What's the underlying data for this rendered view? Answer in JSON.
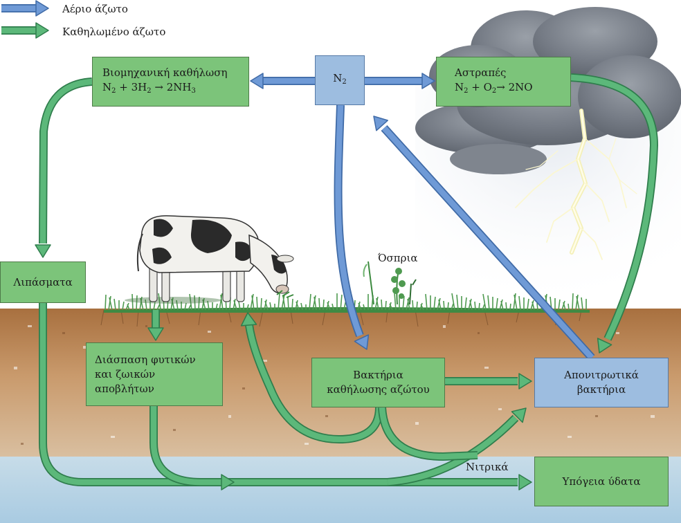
{
  "legend": {
    "gas_label": "Αέριο άζωτο",
    "fixed_label": "Καθηλωμένο άζωτο"
  },
  "boxes": {
    "industrial": {
      "title": "Βιομηχανική καθήλωση",
      "eq_parts": [
        "N",
        "2",
        " + 3H",
        "2",
        " ",
        "→",
        " 2NH",
        "3"
      ]
    },
    "n2": {
      "label_base": "N",
      "label_sub": "2"
    },
    "lightning": {
      "title": "Αστραπές",
      "eq_parts": [
        "N",
        "2",
        " + O",
        "2",
        "→",
        " 2NO"
      ]
    },
    "fertilizers": {
      "label": "Λιπάσματα"
    },
    "decomposition": {
      "lines": [
        "Διάσπαση φυτικών",
        "και ζωικών",
        "αποβλήτων"
      ]
    },
    "fixing_bacteria": {
      "lines": [
        "Βακτήρια",
        "καθήλωσης αζώτου"
      ]
    },
    "denitrifying": {
      "lines": [
        "Απονιτρωτικά",
        "βακτήρια"
      ]
    },
    "groundwater": {
      "label": "Υπόγεια ύδατα"
    }
  },
  "labels": {
    "legumes": "Όσπρια",
    "nitrates": "Νιτρικά"
  },
  "colors": {
    "gas_arrow": "#6f9ad6",
    "fixed_arrow": "#5cb87a",
    "green_box": "#7cc47a",
    "blue_box": "#9dbde0",
    "soil": "#b8845a",
    "water": "#b6d3e6"
  }
}
